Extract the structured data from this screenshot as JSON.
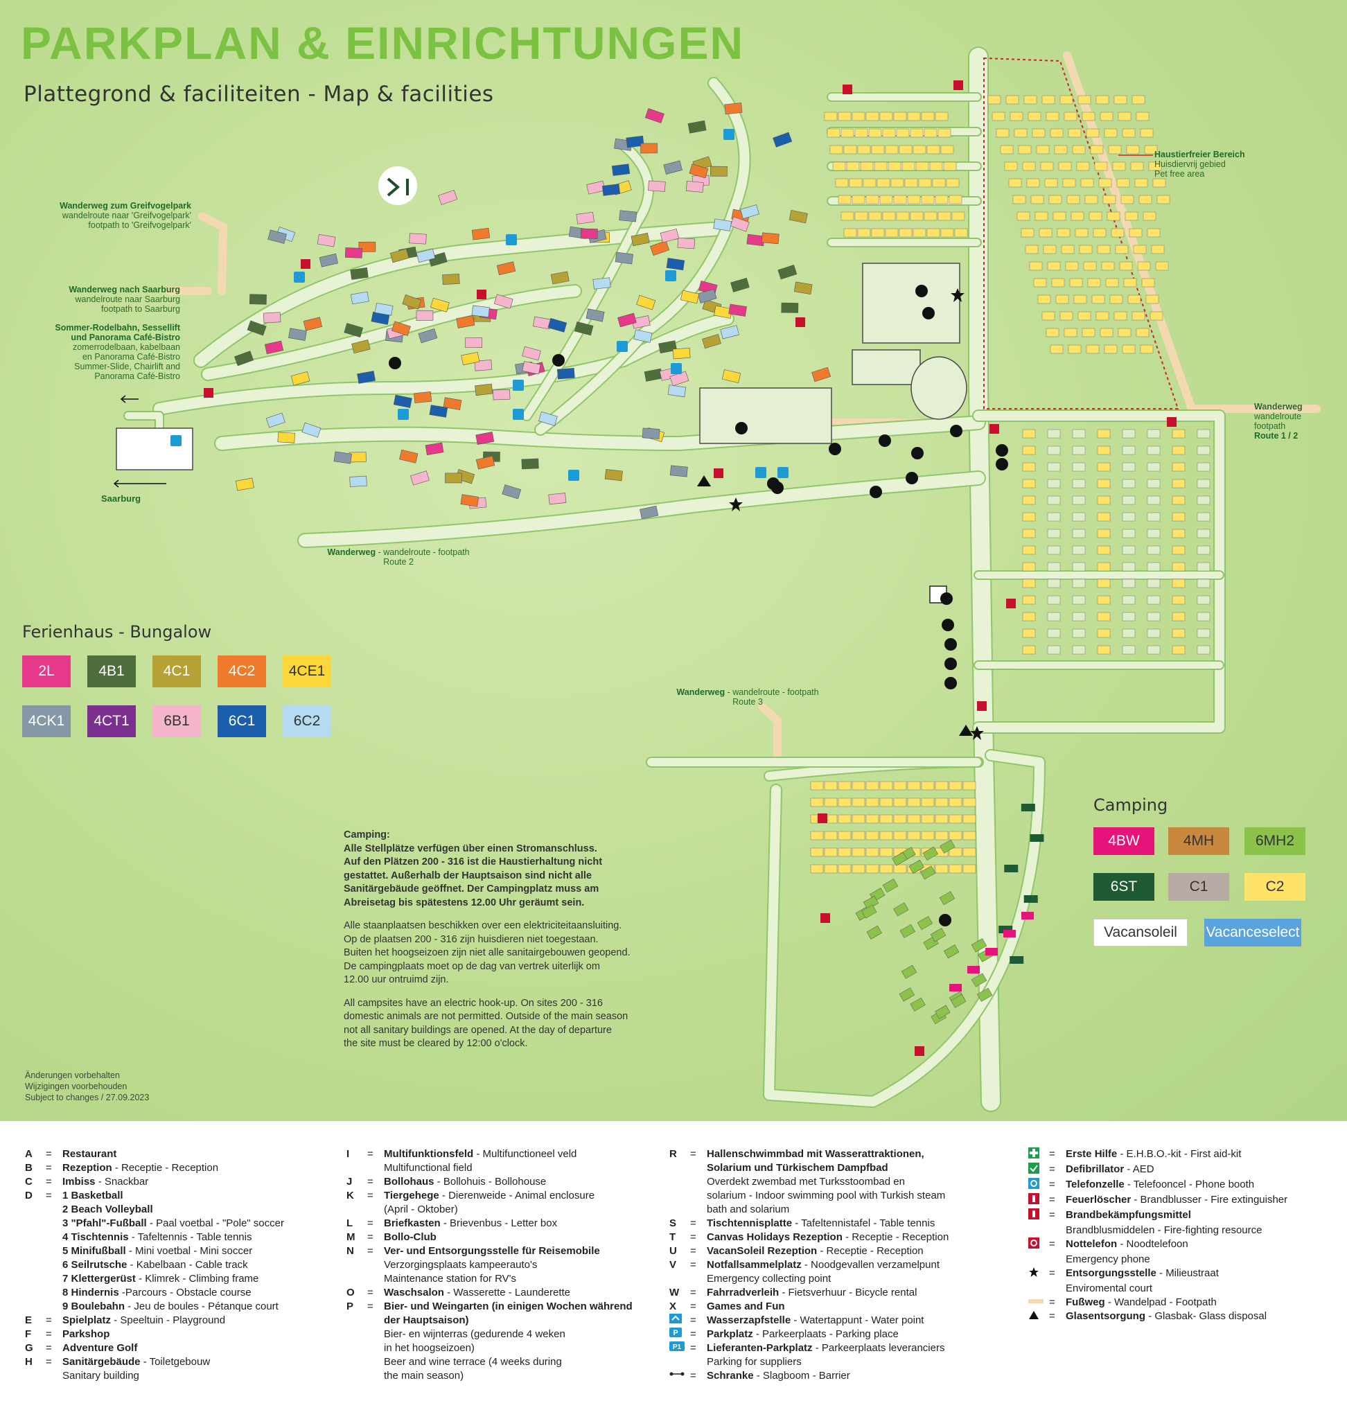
{
  "title": "PARKPLAN & EINRICHTUNGEN",
  "subtitle": "Plattegrond & faciliteiten - Map & facilities",
  "map_labels": {
    "greifvogelpark": {
      "de": "Wanderweg zum Greifvogelpark",
      "nl": "wandelroute naar 'Greifvogelpark'",
      "en": "footpath to 'Greifvogelpark'"
    },
    "saarburg_walk": {
      "de": "Wanderweg nach Saarburg",
      "nl": "wandelroute naar Saarburg",
      "en": "footpath to Saarburg"
    },
    "rodelbahn": {
      "de1": "Sommer-Rodelbahn, Sessellift",
      "de2": "und Panorama Café-Bistro",
      "nl1": "zomerrodelbaan, kabelbaan",
      "nl2": "en Panorama Café-Bistro",
      "en1": "Summer-Slide, Chairlift and",
      "en2": "Panorama Café-Bistro"
    },
    "pet_free": {
      "de": "Haustierfreier Bereich",
      "nl": "Huisdiervrij gebied",
      "en": "Pet free area"
    },
    "route12": {
      "de": "Wanderweg",
      "nl": "wandelroute",
      "en": "footpath",
      "route": "Route 1 / 2"
    },
    "route2": {
      "de": "Wanderweg",
      "rest": " - wandelroute - footpath",
      "route": "Route 2"
    },
    "route3": {
      "de": "Wanderweg",
      "rest": " - wandelroute - footpath",
      "route": "Route 3"
    },
    "saarburg": "Saarburg"
  },
  "bungalow_legend": {
    "title": "Ferienhaus - Bungalow",
    "items": [
      {
        "label": "2L",
        "color": "#e6398a"
      },
      {
        "label": "4B1",
        "color": "#4e6e3c"
      },
      {
        "label": "4C1",
        "color": "#b6a234"
      },
      {
        "label": "4C2",
        "color": "#ef7a2b"
      },
      {
        "label": "4CE1",
        "color": "#fbd73a"
      },
      {
        "label": "4CK1",
        "color": "#8698a6"
      },
      {
        "label": "4CT1",
        "color": "#7b2f8e"
      },
      {
        "label": "6B1",
        "color": "#f5b5cd"
      },
      {
        "label": "6C1",
        "color": "#1b5eab"
      },
      {
        "label": "6C2",
        "color": "#b4dbf1"
      }
    ]
  },
  "camping_legend": {
    "title": "Camping",
    "items": [
      {
        "label": "4BW",
        "color": "#e5137a"
      },
      {
        "label": "4MH",
        "color": "#c8893e"
      },
      {
        "label": "6MH2",
        "color": "#8bc34a"
      },
      {
        "label": "6ST",
        "color": "#1e5a32"
      },
      {
        "label": "C1",
        "color": "#b9aaa6"
      },
      {
        "label": "C2",
        "color": "#fde368"
      },
      {
        "label": "Vacansoleil",
        "color": "#ffffff"
      },
      {
        "label": "Vacanceselect",
        "color": "#5aa3dd"
      }
    ]
  },
  "camping_note": {
    "de": [
      "Camping:",
      "Alle Stellplätze verfügen über einen Stromanschluss.",
      "Auf den Plätzen 200 - 316 ist die Haustierhaltung nicht",
      "gestattet. Außerhalb der Hauptsaison sind nicht alle",
      "Sanitärgebäude geöffnet. Der Campingplatz muss am",
      "Abreisetag bis spätestens 12.00 Uhr geräumt sein."
    ],
    "nl": [
      "Alle staanplaatsen beschikken over een elektriciteitaansluiting.",
      "Op de plaatsen 200 - 316 zijn huisdieren niet toegestaan.",
      "Buiten het hoogseizoen zijn niet alle sanitairgebouwen geopend.",
      "De campingplaats moet op de dag van vertrek uiterlijk om",
      " 12.00 uur ontruimd zijn."
    ],
    "en": [
      "All campsites have an electric hook-up. On sites 200 - 316",
      "domestic animals are not permitted. Outside of the main season",
      "not all sanitary buildings are opened. At the day of departure",
      "the site must be cleared by 12:00 o'clock."
    ]
  },
  "changes": [
    "Änderungen vorbehalten",
    "Wijzigingen voorbehouden",
    "Subject to changes / 27.09.2023"
  ],
  "legend": {
    "col1": [
      {
        "k": "A",
        "e": "=",
        "b": "Restaurant",
        "t": ""
      },
      {
        "k": "B",
        "e": "=",
        "b": "Rezeption",
        "t": " - Receptie - Reception"
      },
      {
        "k": "C",
        "e": "=",
        "b": "Imbiss",
        "t": " - Snackbar"
      },
      {
        "k": "D",
        "e": "=",
        "b": "1  Basketball",
        "t": ""
      },
      {
        "k": "",
        "e": "",
        "b": "2  Beach Volleyball",
        "t": ""
      },
      {
        "k": "",
        "e": "",
        "b": "3  \"Pfahl\"-Fußball",
        "t": " - Paal voetbal - \"Pole\" soccer"
      },
      {
        "k": "",
        "e": "",
        "b": "4  Tischtennis",
        "t": " - Tafeltennis - Table tennis"
      },
      {
        "k": "",
        "e": "",
        "b": "5  Minifußball",
        "t": " - Mini voetbal - Mini soccer"
      },
      {
        "k": "",
        "e": "",
        "b": "6  Seilrutsche",
        "t": " - Kabelbaan - Cable track"
      },
      {
        "k": "",
        "e": "",
        "b": "7  Klettergerüst",
        "t": " - Klimrek - Climbing frame"
      },
      {
        "k": "",
        "e": "",
        "b": "8  Hindernis",
        "t": " -Parcours - Obstacle course"
      },
      {
        "k": "",
        "e": "",
        "b": "9  Boulebahn",
        "t": " - Jeu de boules - Pétanque court"
      },
      {
        "k": "E",
        "e": "=",
        "b": "Spielplatz",
        "t": " - Speeltuin - Playground"
      },
      {
        "k": "F",
        "e": "=",
        "b": "Parkshop",
        "t": ""
      },
      {
        "k": "G",
        "e": "=",
        "b": "Adventure Golf",
        "t": ""
      },
      {
        "k": "H",
        "e": "=",
        "b": "Sanitärgebäude",
        "t": " - Toiletgebouw"
      },
      {
        "k": "",
        "e": "",
        "b": "",
        "t": "Sanitary building"
      }
    ],
    "col2": [
      {
        "k": "I",
        "e": "=",
        "b": "Multifunktionsfeld",
        "t": " - Multifunctioneel veld"
      },
      {
        "k": "",
        "e": "",
        "b": "",
        "t": "Multifunctional field"
      },
      {
        "k": "J",
        "e": "=",
        "b": "Bollohaus",
        "t": " - Bollohuis - Bollohouse"
      },
      {
        "k": "K",
        "e": "=",
        "b": "Tiergehege",
        "t": " - Dierenweide - Animal enclosure"
      },
      {
        "k": "",
        "e": "",
        "b": "",
        "t": "(April - Oktober)"
      },
      {
        "k": "L",
        "e": "=",
        "b": "Briefkasten",
        "t": " - Brievenbus - Letter box"
      },
      {
        "k": "M",
        "e": "=",
        "b": "Bollo-Club",
        "t": ""
      },
      {
        "k": "N",
        "e": "=",
        "b": "Ver- und Entsorgungsstelle für Reisemobile",
        "t": ""
      },
      {
        "k": "",
        "e": "",
        "b": "",
        "t": "Verzorgingsplaats kampeerauto's"
      },
      {
        "k": "",
        "e": "",
        "b": "",
        "t": "Maintenance station for RV's"
      },
      {
        "k": "O",
        "e": "=",
        "b": "Waschsalon",
        "t": " - Wasserette - Launderette"
      },
      {
        "k": "P",
        "e": "=",
        "b": "Bier- und Weingarten (in einigen Wochen während",
        "t": ""
      },
      {
        "k": "",
        "e": "",
        "b": "der Hauptsaison)",
        "t": ""
      },
      {
        "k": "",
        "e": "",
        "b": "",
        "t": "Bier- en wijnterras (gedurende 4 weken"
      },
      {
        "k": "",
        "e": "",
        "b": "",
        "t": "in het hoogseizoen)"
      },
      {
        "k": "",
        "e": "",
        "b": "",
        "t": "Beer and wine terrace (4 weeks during"
      },
      {
        "k": "",
        "e": "",
        "b": "",
        "t": "the main season)"
      }
    ],
    "col3": [
      {
        "k": "R",
        "e": "=",
        "b": "Hallenschwimmbad mit Wasserattraktionen,",
        "t": ""
      },
      {
        "k": "",
        "e": "",
        "b": "Solarium und Türkischem Dampfbad",
        "t": ""
      },
      {
        "k": "",
        "e": "",
        "b": "",
        "t": "Overdekt zwembad met Turksstoombad en"
      },
      {
        "k": "",
        "e": "",
        "b": "",
        "t": "solarium - Indoor swimming pool with Turkish steam"
      },
      {
        "k": "",
        "e": "",
        "b": "",
        "t": "bath and solarium"
      },
      {
        "k": "S",
        "e": "=",
        "b": "Tischtennisplatte",
        "t": " - Tafeltennistafel - Table tennis"
      },
      {
        "k": "T",
        "e": "=",
        "b": "Canvas Holidays Rezeption",
        "t": " - Receptie - Reception"
      },
      {
        "k": "U",
        "e": "=",
        "b": "VacanSoleil Rezeption",
        "t": " - Receptie - Reception"
      },
      {
        "k": "V",
        "e": "=",
        "b": "Notfallsammelplatz",
        "t": " - Noodgevallen verzamelpunt"
      },
      {
        "k": "",
        "e": "",
        "b": "",
        "t": "Emergency collecting point"
      },
      {
        "k": "W",
        "e": "=",
        "b": "Fahrradverleih",
        "t": " - Fietsverhuur - Bicycle rental"
      },
      {
        "k": "X",
        "e": "=",
        "b": "Games and Fun",
        "t": ""
      },
      {
        "k": "sym:water",
        "e": "=",
        "b": "Wasserzapfstelle",
        "t": " - Watertappunt - Water point"
      },
      {
        "k": "sym:parking",
        "e": "=",
        "b": "Parkplatz",
        "t": " - Parkeerplaats -  Parking place"
      },
      {
        "k": "sym:p1",
        "e": "=",
        "b": "Lieferanten-Parkplatz",
        "t": " - Parkeerplaats leveranciers"
      },
      {
        "k": "",
        "e": "",
        "b": "",
        "t": "Parking for suppliers"
      },
      {
        "k": "sym:barrier",
        "e": "=",
        "b": "Schranke",
        "t": " - Slagboom - Barrier"
      }
    ],
    "col4": [
      {
        "k": "sym:firstaid",
        "e": "=",
        "b": "Erste Hilfe",
        "t": " - E.H.B.O.-kit - First aid-kit"
      },
      {
        "k": "sym:aed",
        "e": "=",
        "b": "Defibrillator",
        "t": " - AED"
      },
      {
        "k": "sym:phone",
        "e": "=",
        "b": "Telefonzelle",
        "t": " - Telefooncel - Phone booth"
      },
      {
        "k": "sym:fire",
        "e": "=",
        "b": "Feuerlöscher",
        "t": " - Brandblusser - Fire extinguisher"
      },
      {
        "k": "sym:fire",
        "e": "=",
        "b": "Brandbekämpfungsmittel",
        "t": ""
      },
      {
        "k": "",
        "e": "",
        "b": "",
        "t": "Brandblusmiddelen - Fire-fighting resource"
      },
      {
        "k": "sym:emergency",
        "e": "=",
        "b": "Nottelefon",
        "t": " - Noodtelefoon"
      },
      {
        "k": "",
        "e": "",
        "b": "",
        "t": "Emergency phone"
      },
      {
        "k": "sym:star",
        "e": "=",
        "b": "Entsorgungsstelle",
        "t": " - Milieustraat"
      },
      {
        "k": "",
        "e": "",
        "b": "",
        "t": "Enviromental court"
      },
      {
        "k": "sym:footpath",
        "e": "=",
        "b": "Fußweg",
        "t": " - Wandelpad - Footpath"
      },
      {
        "k": "sym:glass",
        "e": "=",
        "b": "Glasentsorgung",
        "t": " - Glasbak- Glass disposal"
      }
    ]
  }
}
